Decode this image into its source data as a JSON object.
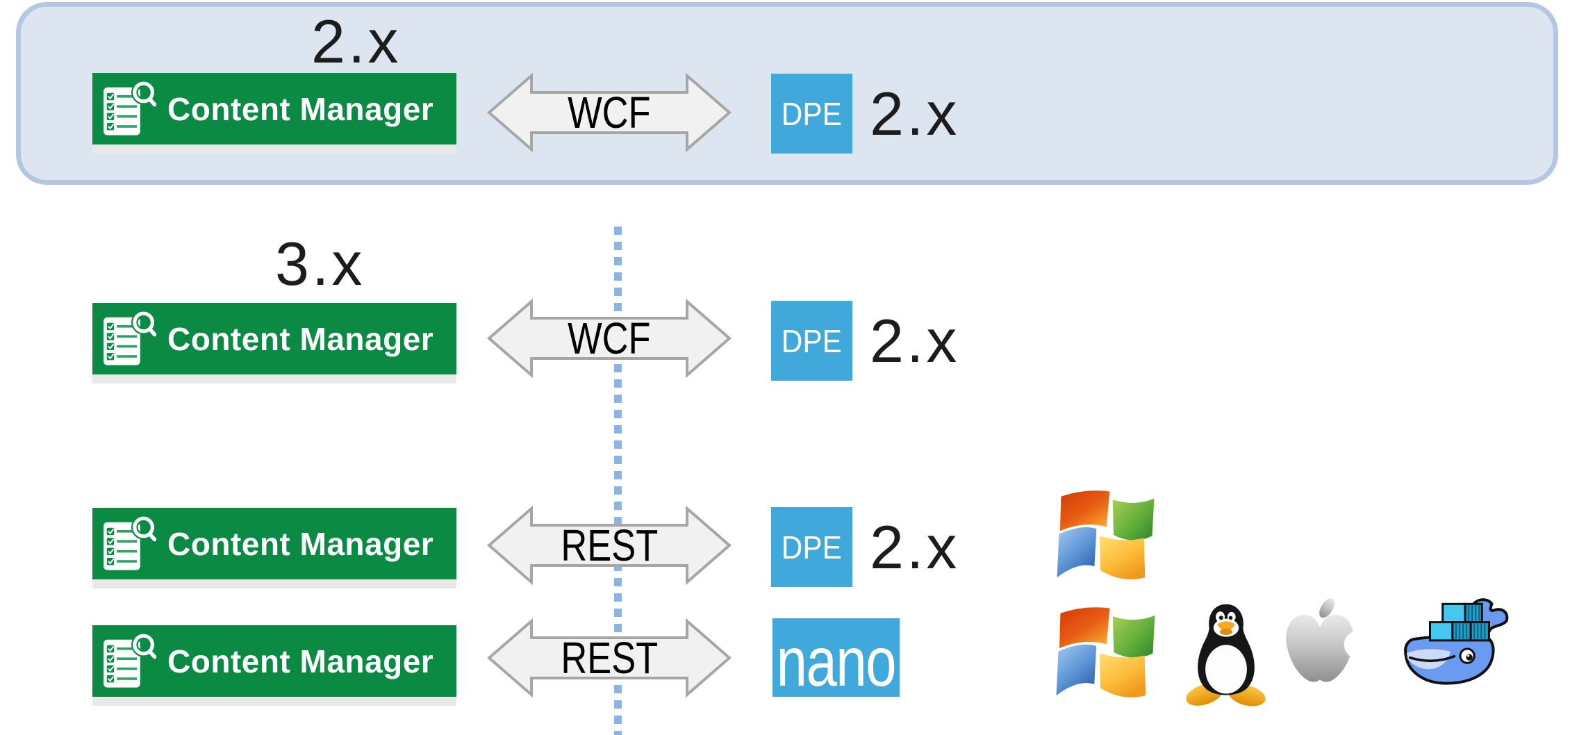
{
  "colors": {
    "highlight_box_fill": "#dde5f1",
    "highlight_box_border": "#b3c7e2",
    "content_manager_green": "#0a8a43",
    "dpe_blue": "#41a8dc",
    "arrow_fill": "#f1f1f1",
    "arrow_border": "#a6a6a6",
    "divider_blue": "#8db3e2",
    "label_color": "#1c1c1c"
  },
  "divider": {
    "style": "vertical-dashed"
  },
  "rows": [
    {
      "highlighted": true,
      "client_version": "2.x",
      "app_label": "Content Manager",
      "app_icon": "checklist-magnifier-icon",
      "protocol": "WCF",
      "server_label": "DPE",
      "server_version": "2.x",
      "platforms": []
    },
    {
      "highlighted": false,
      "client_version": "3.x",
      "app_label": "Content Manager",
      "app_icon": "checklist-magnifier-icon",
      "protocol": "WCF",
      "server_label": "DPE",
      "server_version": "2.x",
      "platforms": []
    },
    {
      "highlighted": false,
      "client_version": "",
      "app_label": "Content Manager",
      "app_icon": "checklist-magnifier-icon",
      "protocol": "REST",
      "server_label": "DPE",
      "server_version": "2.x",
      "platforms": [
        "windows-icon"
      ]
    },
    {
      "highlighted": false,
      "client_version": "",
      "app_label": "Content Manager",
      "app_icon": "checklist-magnifier-icon",
      "protocol": "REST",
      "server_label": "nano",
      "server_version": "",
      "platforms": [
        "windows-icon",
        "linux-tux-icon",
        "apple-icon",
        "docker-icon"
      ]
    }
  ]
}
